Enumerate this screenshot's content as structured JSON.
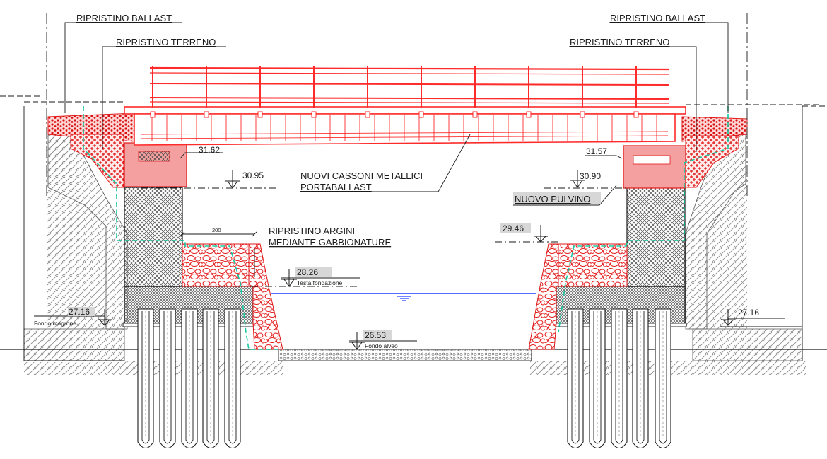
{
  "labels": {
    "ballast_left": "RIPRISTINO BALLAST",
    "ballast_right": "RIPRISTINO BALLAST",
    "terreno_left": "RIPRISTINO TERRENO",
    "terreno_right": "RIPRISTINO TERRENO",
    "cassoni_line1": "NUOVI CASSONI METALLICI",
    "cassoni_line2": "PORTABALLAST",
    "pulvino": "NUOVO PULVINO",
    "argini_line1": "RIPRISTINO ARGINI",
    "argini_line2": "MEDIANTE GABBIONATURE",
    "dim_200": "200"
  },
  "elevations": {
    "beam_left": "31.62",
    "beam_right": "31.57",
    "pulvino_left": "30.95",
    "pulvino_right": "30.90",
    "bank_right": "29.46",
    "testa_fondazione": "28.26",
    "testa_fondazione_note": "Testa fondazione",
    "fondo_magrone_left": "27.16",
    "fondo_magrone_note": "Fondo magrone",
    "fondo_magrone_right": "27.16",
    "fondo_alveo": "26.53",
    "fondo_alveo_note": "Fondo alveo"
  },
  "colors": {
    "steel": "#ff2a2a",
    "pulvino": "#f07a7a",
    "red_fill": "#ffdede",
    "water": "#1f3dff",
    "cyan": "#17c9a0",
    "soil": "#8a8a8a",
    "line": "#1a1a1a"
  }
}
